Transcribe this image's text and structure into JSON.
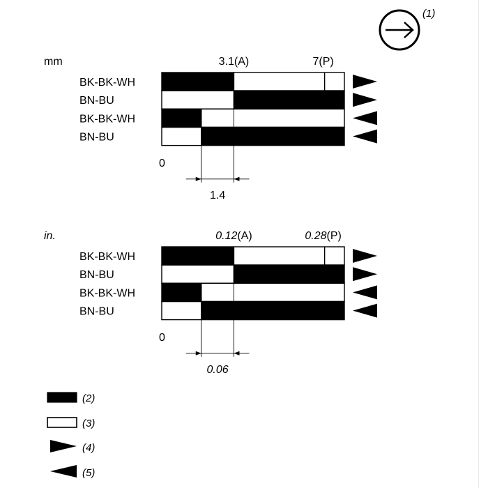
{
  "symbol_ref": "(1)",
  "legend": {
    "black_ref": "(2)",
    "white_ref": "(3)",
    "right_ref": "(4)",
    "left_ref": "(5)"
  },
  "charts": [
    {
      "unit": "mm",
      "unit_italic": false,
      "labels": [
        "BK-BK-WH",
        "BN-BU",
        "BK-BK-WH",
        "BN-BU"
      ],
      "zero_label": "0",
      "a_value": "3.1",
      "a_suffix": "(A)",
      "p_value": "7",
      "p_suffix": "(P)",
      "diff_value": "1.4",
      "values_italic": false,
      "rows": [
        {
          "pattern": "black-white",
          "split": 3.1,
          "mark": 7,
          "arrow": "right"
        },
        {
          "pattern": "white-black",
          "split": 3.1,
          "mark": null,
          "arrow": "right"
        },
        {
          "pattern": "black-white",
          "split": 1.7,
          "mark": null,
          "arrow": "left"
        },
        {
          "pattern": "white-black",
          "split": 1.7,
          "mark": null,
          "arrow": "left"
        }
      ]
    },
    {
      "unit": "in.",
      "unit_italic": true,
      "labels": [
        "BK-BK-WH",
        "BN-BU",
        "BK-BK-WH",
        "BN-BU"
      ],
      "zero_label": "0",
      "a_value": "0.12",
      "a_suffix": "(A)",
      "p_value": "0.28",
      "p_suffix": "(P)",
      "diff_value": "0.06",
      "values_italic": true,
      "rows": [
        {
          "pattern": "black-white",
          "split": 3.1,
          "mark": 7,
          "arrow": "right"
        },
        {
          "pattern": "white-black",
          "split": 3.1,
          "mark": null,
          "arrow": "right"
        },
        {
          "pattern": "black-white",
          "split": 1.7,
          "mark": null,
          "arrow": "left"
        },
        {
          "pattern": "white-black",
          "split": 1.7,
          "mark": null,
          "arrow": "left"
        }
      ]
    }
  ]
}
